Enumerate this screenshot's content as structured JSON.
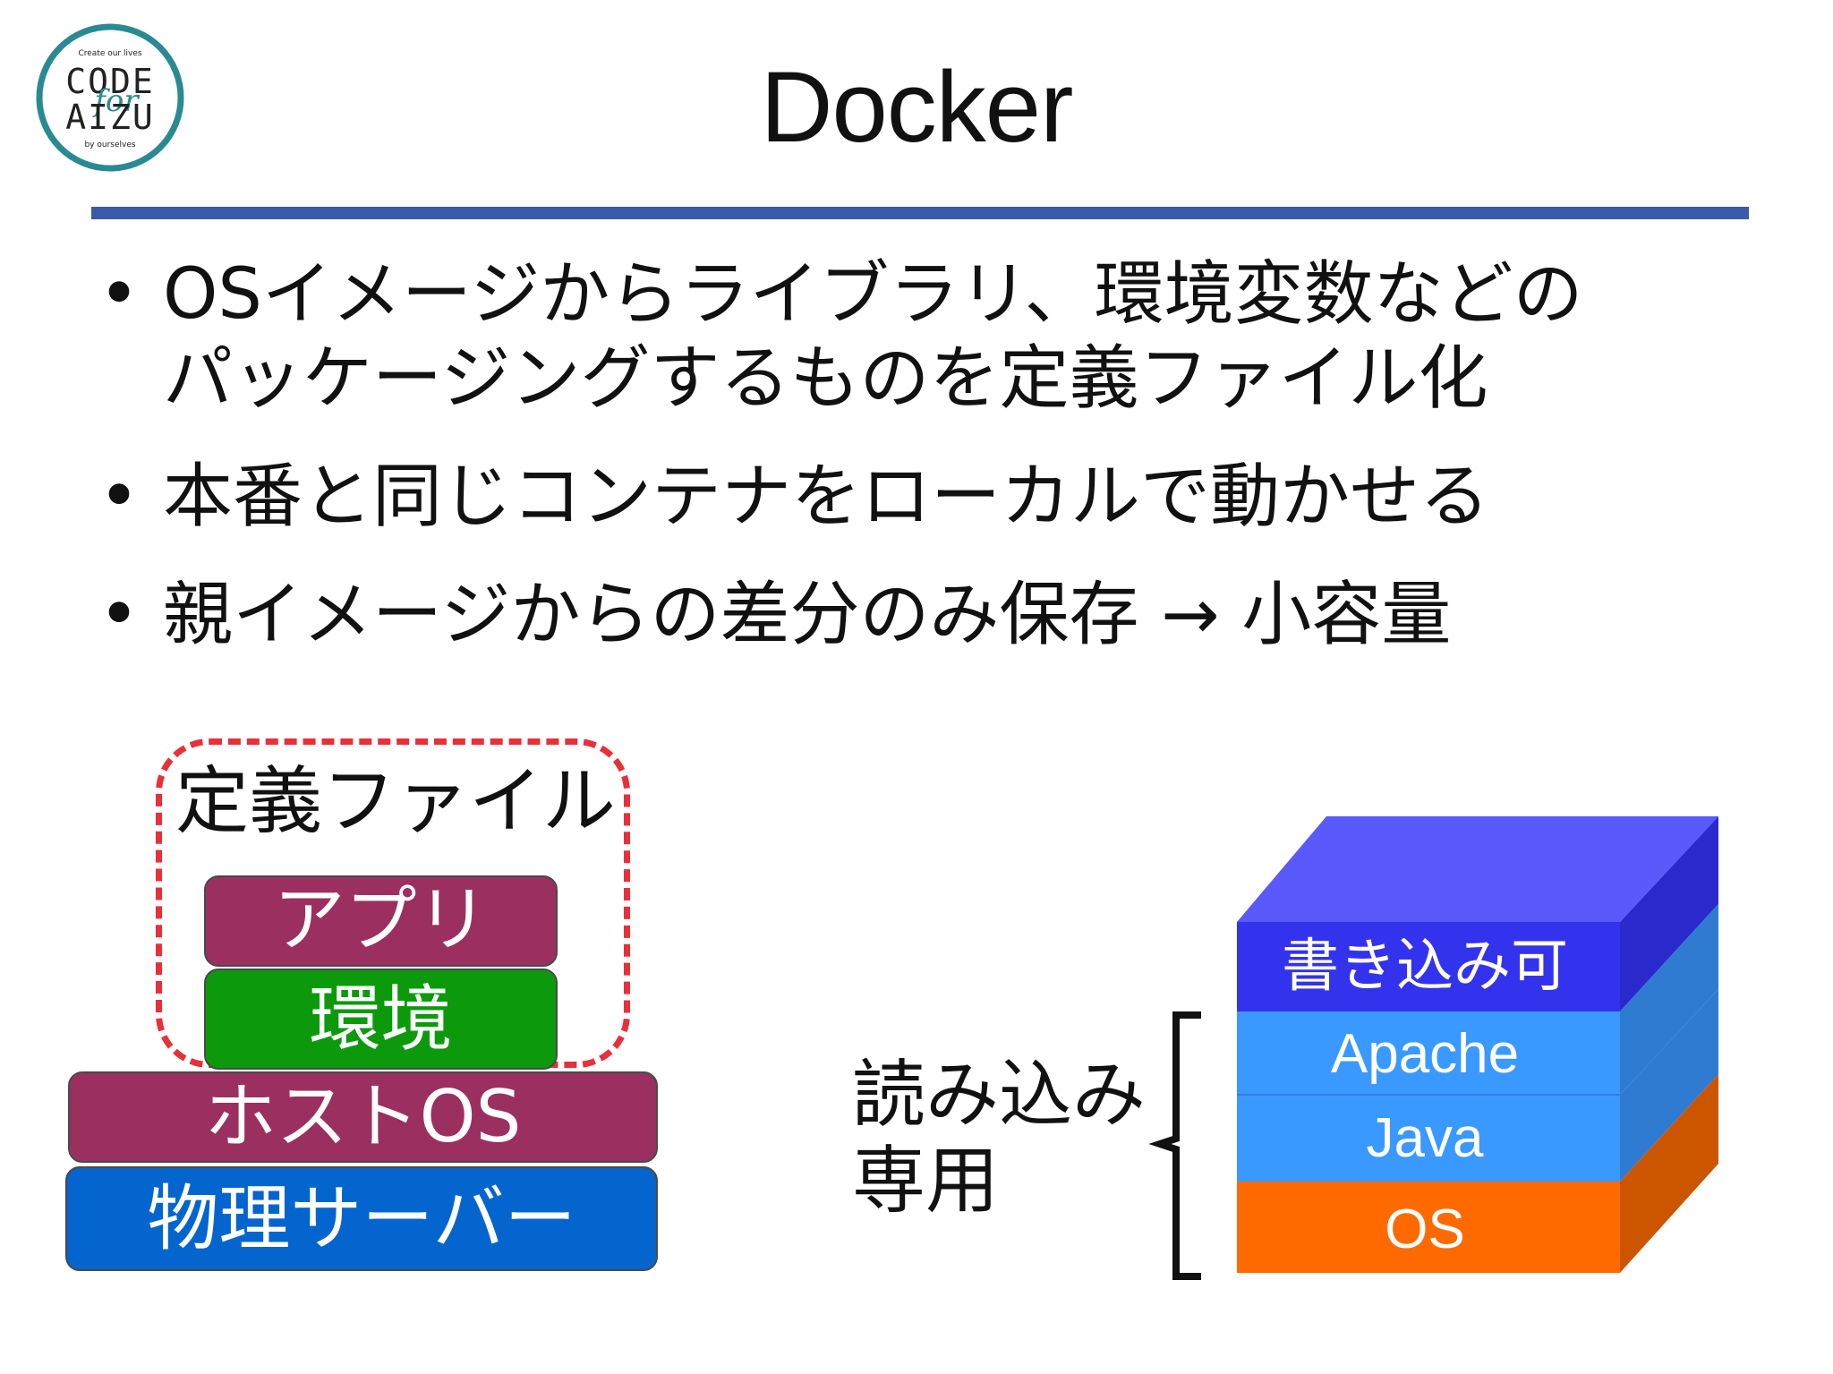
{
  "slide": {
    "title": "Docker",
    "logo": {
      "top_text": "Create our lives",
      "line1": "CODE",
      "line_mid": "for",
      "line2": "AIZU",
      "bottom_text": "by ourselves",
      "ring_color": "#2a8a93"
    },
    "rule_color": "#3b5ba9",
    "bullets": [
      {
        "lines": [
          "OSイメージからライブラリ、環境変数などの",
          "パッケージングするものを定義ファイル化"
        ]
      },
      {
        "lines": [
          "本番と同じコンテナをローカルで動かせる"
        ]
      },
      {
        "lines": [
          "親イメージからの差分のみ保存 → 小容量"
        ]
      }
    ],
    "bullet_glyph": "•"
  },
  "left_diagram": {
    "definition_label": "定義ファイル",
    "blocks": {
      "app": "アプリ",
      "env": "環境",
      "host_os": "ホストOS",
      "server": "物理サーバー"
    },
    "colors": {
      "app": "#9b3060",
      "env": "#0c9a0c",
      "host_os": "#9b3060",
      "server": "#0565cf",
      "dashed_border": "#e8303a"
    }
  },
  "right_diagram": {
    "read_only_label_lines": [
      "読み込み",
      "専用"
    ],
    "layers": {
      "writable": "書き込み可",
      "apache": "Apache",
      "java": "Java",
      "os": "OS"
    },
    "colors": {
      "writable_front": "#3333ee",
      "writable_top": "#5a5afc",
      "writable_side": "#2a2acc",
      "middle_front": "#3a99ff",
      "middle_side": "#2f7bd1",
      "os_front": "#ff6a00",
      "os_side": "#cc5500"
    }
  }
}
